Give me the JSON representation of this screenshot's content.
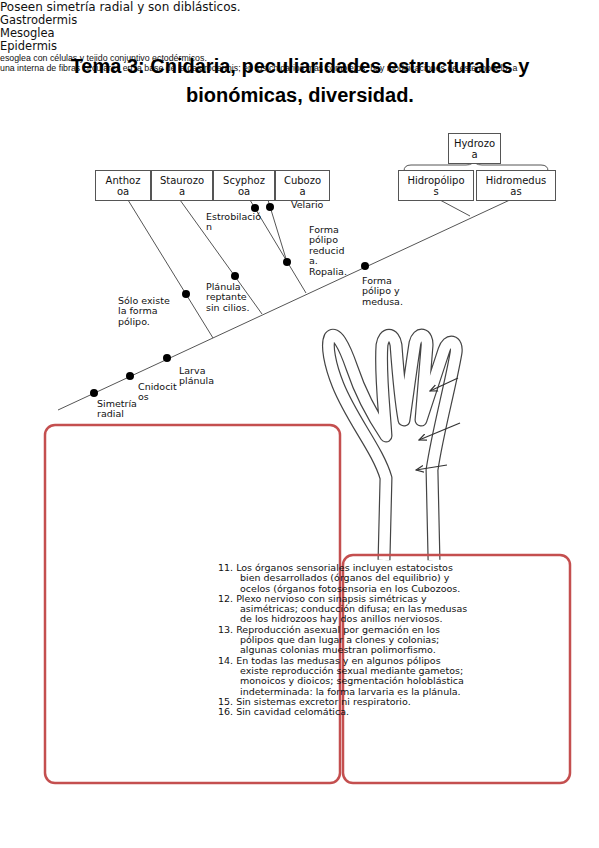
{
  "diagram": {
    "title": "Tema 3: Cnidaria, peculiaridades estructurales y bionómicas, diversidad.",
    "nodes": [
      {
        "text": [
          "Anthozoa"
        ]
      },
      {
        "text": [
          "Staurozoa"
        ]
      },
      {
        "text": [
          "Scyphozoa"
        ]
      },
      {
        "text": [
          "Cubozoa"
        ]
      },
      {
        "text": [
          "Hydrozoa"
        ]
      },
      {
        "text": [
          "Hidropólipos"
        ]
      },
      {
        "text": [
          "Hidromedusas"
        ]
      }
    ],
    "labels": [
      "Poseen simetría radial y son diblásticos.",
      "Simetría radial",
      "Cnidocitos",
      "Larva plánula",
      "Sólo existe la forma pólipo.",
      "Plánula reptante sin cilios.",
      "Estrobilación",
      "Velario",
      "Forma pólipo reducida. Ropalia.",
      "Forma pólipo y medusa.",
      "Gastrodermis",
      "Mesoglea",
      "Epidermis",
      "esoglea con células y tejido conjuntivo ectodérmicos.",
      "una interna de fibras circulares en la base de la gastrodermis; en los cnidarios más complejos, hay modificaciones de este modelo, a",
      "11. Los órganos sensoriales incluyen estatocistos bien desarrollados (órganos del equilibrio) y ocelos (órganos fotosensoria en los Cubozoos.",
      "12. Plexo nervioso con sinapsis simétricas y asimétricas; conducción difusa; en las medusas de los hidrozoos hay dos anillos nerviosos.",
      "13. Reproducción asexual por gemación en los pólipos que dan lugar a clones y colonias; algunas colonias muestran polimorfismo.",
      "14. En todas las medusas y en algunos pólipos existe reproducción sexual mediante gametos; monoicos y dioicos; segmentación holoblástica indeterminada: la forma larvaria es la plánula.",
      "15. Sin sistemas excretor ni respiratorio.",
      "16. Sin cavidad celomática."
    ]
  }
}
